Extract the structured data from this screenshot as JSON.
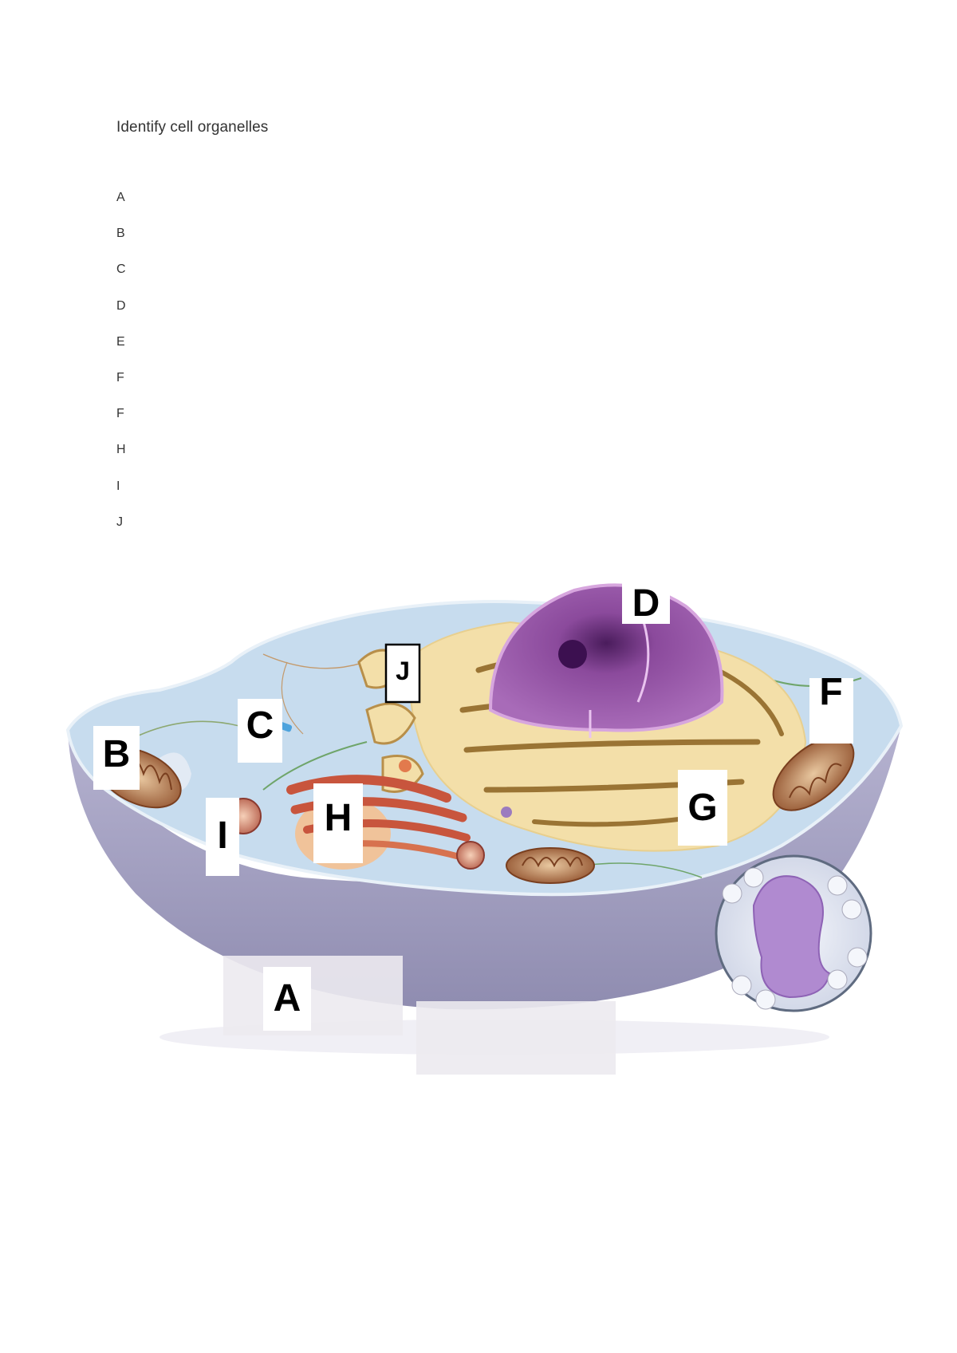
{
  "document": {
    "title": "Identify cell organelles",
    "answer_letters": [
      "A",
      "B",
      "C",
      "D",
      "E",
      "F",
      "F",
      "H",
      "I",
      "J"
    ]
  },
  "diagram": {
    "labels": {
      "a": "A",
      "b": "B",
      "c": "C",
      "d": "D",
      "f": "F",
      "g": "G",
      "h": "H",
      "i": "I",
      "j": "J"
    },
    "colors": {
      "cytoplasm": "#c7dcee",
      "cell_base": "#a9a7c6",
      "nucleus": "#8b4a9c",
      "endoplasmic_reticulum": "#f3dfa9",
      "golgi": "#c8553d",
      "mitochondria": "#a8663a",
      "centrosome": "#3a8fcf"
    }
  }
}
